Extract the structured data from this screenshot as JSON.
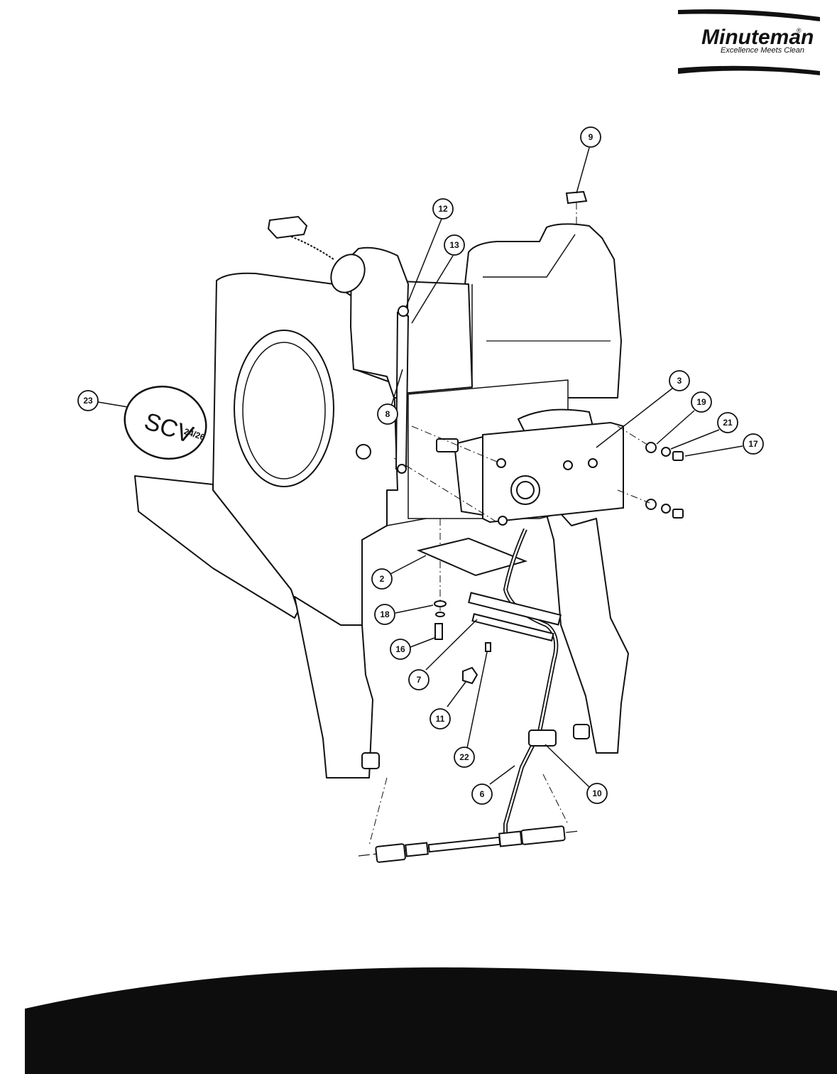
{
  "logo": {
    "brand": "Minuteman",
    "registered": "®",
    "tagline": "Excellence Meets Clean"
  },
  "badge": {
    "text": "SCV",
    "side_text": "24/26"
  },
  "callouts": [
    {
      "id": "9",
      "label": "9"
    },
    {
      "id": "12",
      "label": "12"
    },
    {
      "id": "13",
      "label": "13"
    },
    {
      "id": "8",
      "label": "8"
    },
    {
      "id": "3",
      "label": "3"
    },
    {
      "id": "19",
      "label": "19"
    },
    {
      "id": "21",
      "label": "21"
    },
    {
      "id": "17",
      "label": "17"
    },
    {
      "id": "23",
      "label": "23"
    },
    {
      "id": "2",
      "label": "2"
    },
    {
      "id": "18",
      "label": "18"
    },
    {
      "id": "16",
      "label": "16"
    },
    {
      "id": "7",
      "label": "7"
    },
    {
      "id": "11",
      "label": "11"
    },
    {
      "id": "22",
      "label": "22"
    },
    {
      "id": "6",
      "label": "6"
    },
    {
      "id": "10",
      "label": "10"
    }
  ],
  "colors": {
    "ink": "#111111",
    "paper": "#ffffff",
    "band": "#0d0d0d"
  }
}
